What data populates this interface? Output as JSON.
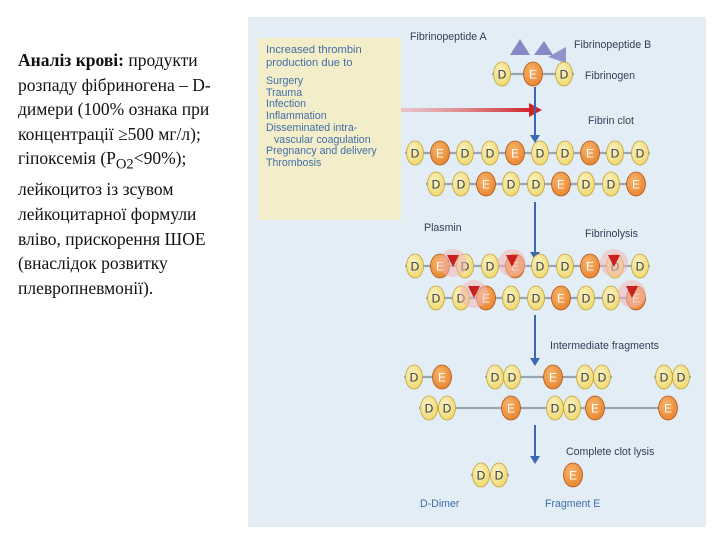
{
  "text": {
    "title": "Аналіз крові:",
    "body1": " продукти розпаду фібриногена – D-димери (100% ознака при концентрації ≥500 мг/л); гіпоксемія (P",
    "sub": "O2",
    "body2": "<90%); лейкоцитоз із зсувом лейкоцитарної формули вліво, прискорення ШОЕ (внаслідок розвитку плевропневмонії)."
  },
  "figure": {
    "box_title": "Increased thrombin production due to",
    "conditions": [
      {
        "text": "Surgery"
      },
      {
        "text": "Trauma"
      },
      {
        "text": "Infection"
      },
      {
        "text": "Inflammation"
      },
      {
        "text": "Disseminated intra-"
      },
      {
        "text": "vascular coagulation",
        "indent": true
      },
      {
        "text": "Pregnancy and delivery"
      },
      {
        "text": "Thrombosis"
      }
    ],
    "labels": {
      "fibrinopeptide_a": "Fibrinopeptide A",
      "fibrinopeptide_b": "Fibrinopeptide B",
      "fibrinogen": "Fibrinogen",
      "fibrin_clot": "Fibrin clot",
      "plasmin": "Plasmin",
      "fibrinolysis": "Fibrinolysis",
      "intermediate": "Intermediate fragments",
      "complete_lysis": "Complete clot lysis",
      "d_dimer": "D-Dimer",
      "fragment_e": "Fragment E"
    },
    "d_letter": "D",
    "e_letter": "E",
    "colors": {
      "background": "#e3edf6",
      "box": "#f4edc9",
      "text": "#3f6fa6",
      "d_domain": "#efd86c",
      "e_domain": "#e8842e",
      "fibrinopeptide": "#7c7dc0",
      "thrombin_arrow": "#d0262a",
      "flow_arrow": "#3a68b2",
      "plasmin": "#c8201e"
    }
  }
}
